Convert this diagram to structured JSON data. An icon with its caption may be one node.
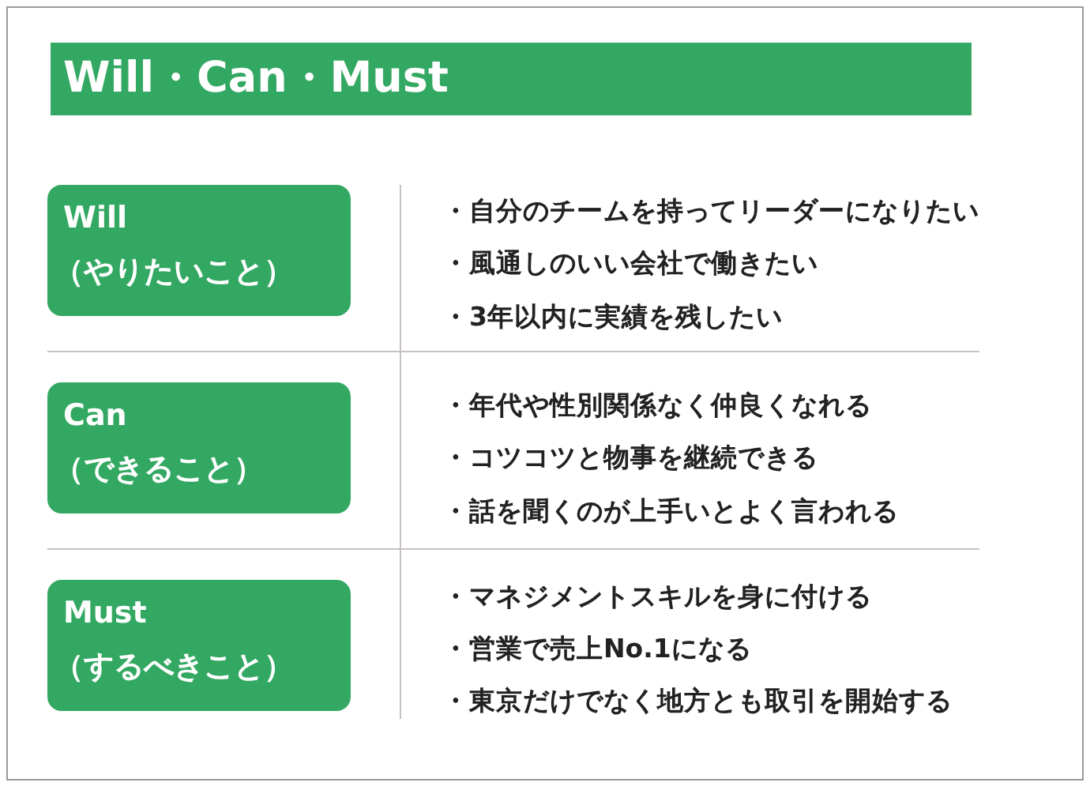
{
  "diagram": {
    "title": "Will・Can・Must",
    "nodes": [
      {
        "text": [
          "Will",
          "（やりたいこと）"
        ]
      },
      {
        "text": [
          "Can",
          "（できること）"
        ]
      },
      {
        "text": [
          "Must",
          "（するべきこと）"
        ]
      }
    ],
    "labels": [
      "・自分のチームを持ってリーダーになりたい",
      "・風通しのいい会社で働きたい",
      "・3年以内に実績を残したい",
      "・年代や性別関係なく仲良くなれる",
      "・コツコツと物事を継続できる",
      "・話を聞くのが上手いとよく言われる",
      "・マネジメントスキルを身に付ける",
      "・営業で売上No.1になる",
      "・東京だけでなく地方とも取引を開始する"
    ]
  }
}
